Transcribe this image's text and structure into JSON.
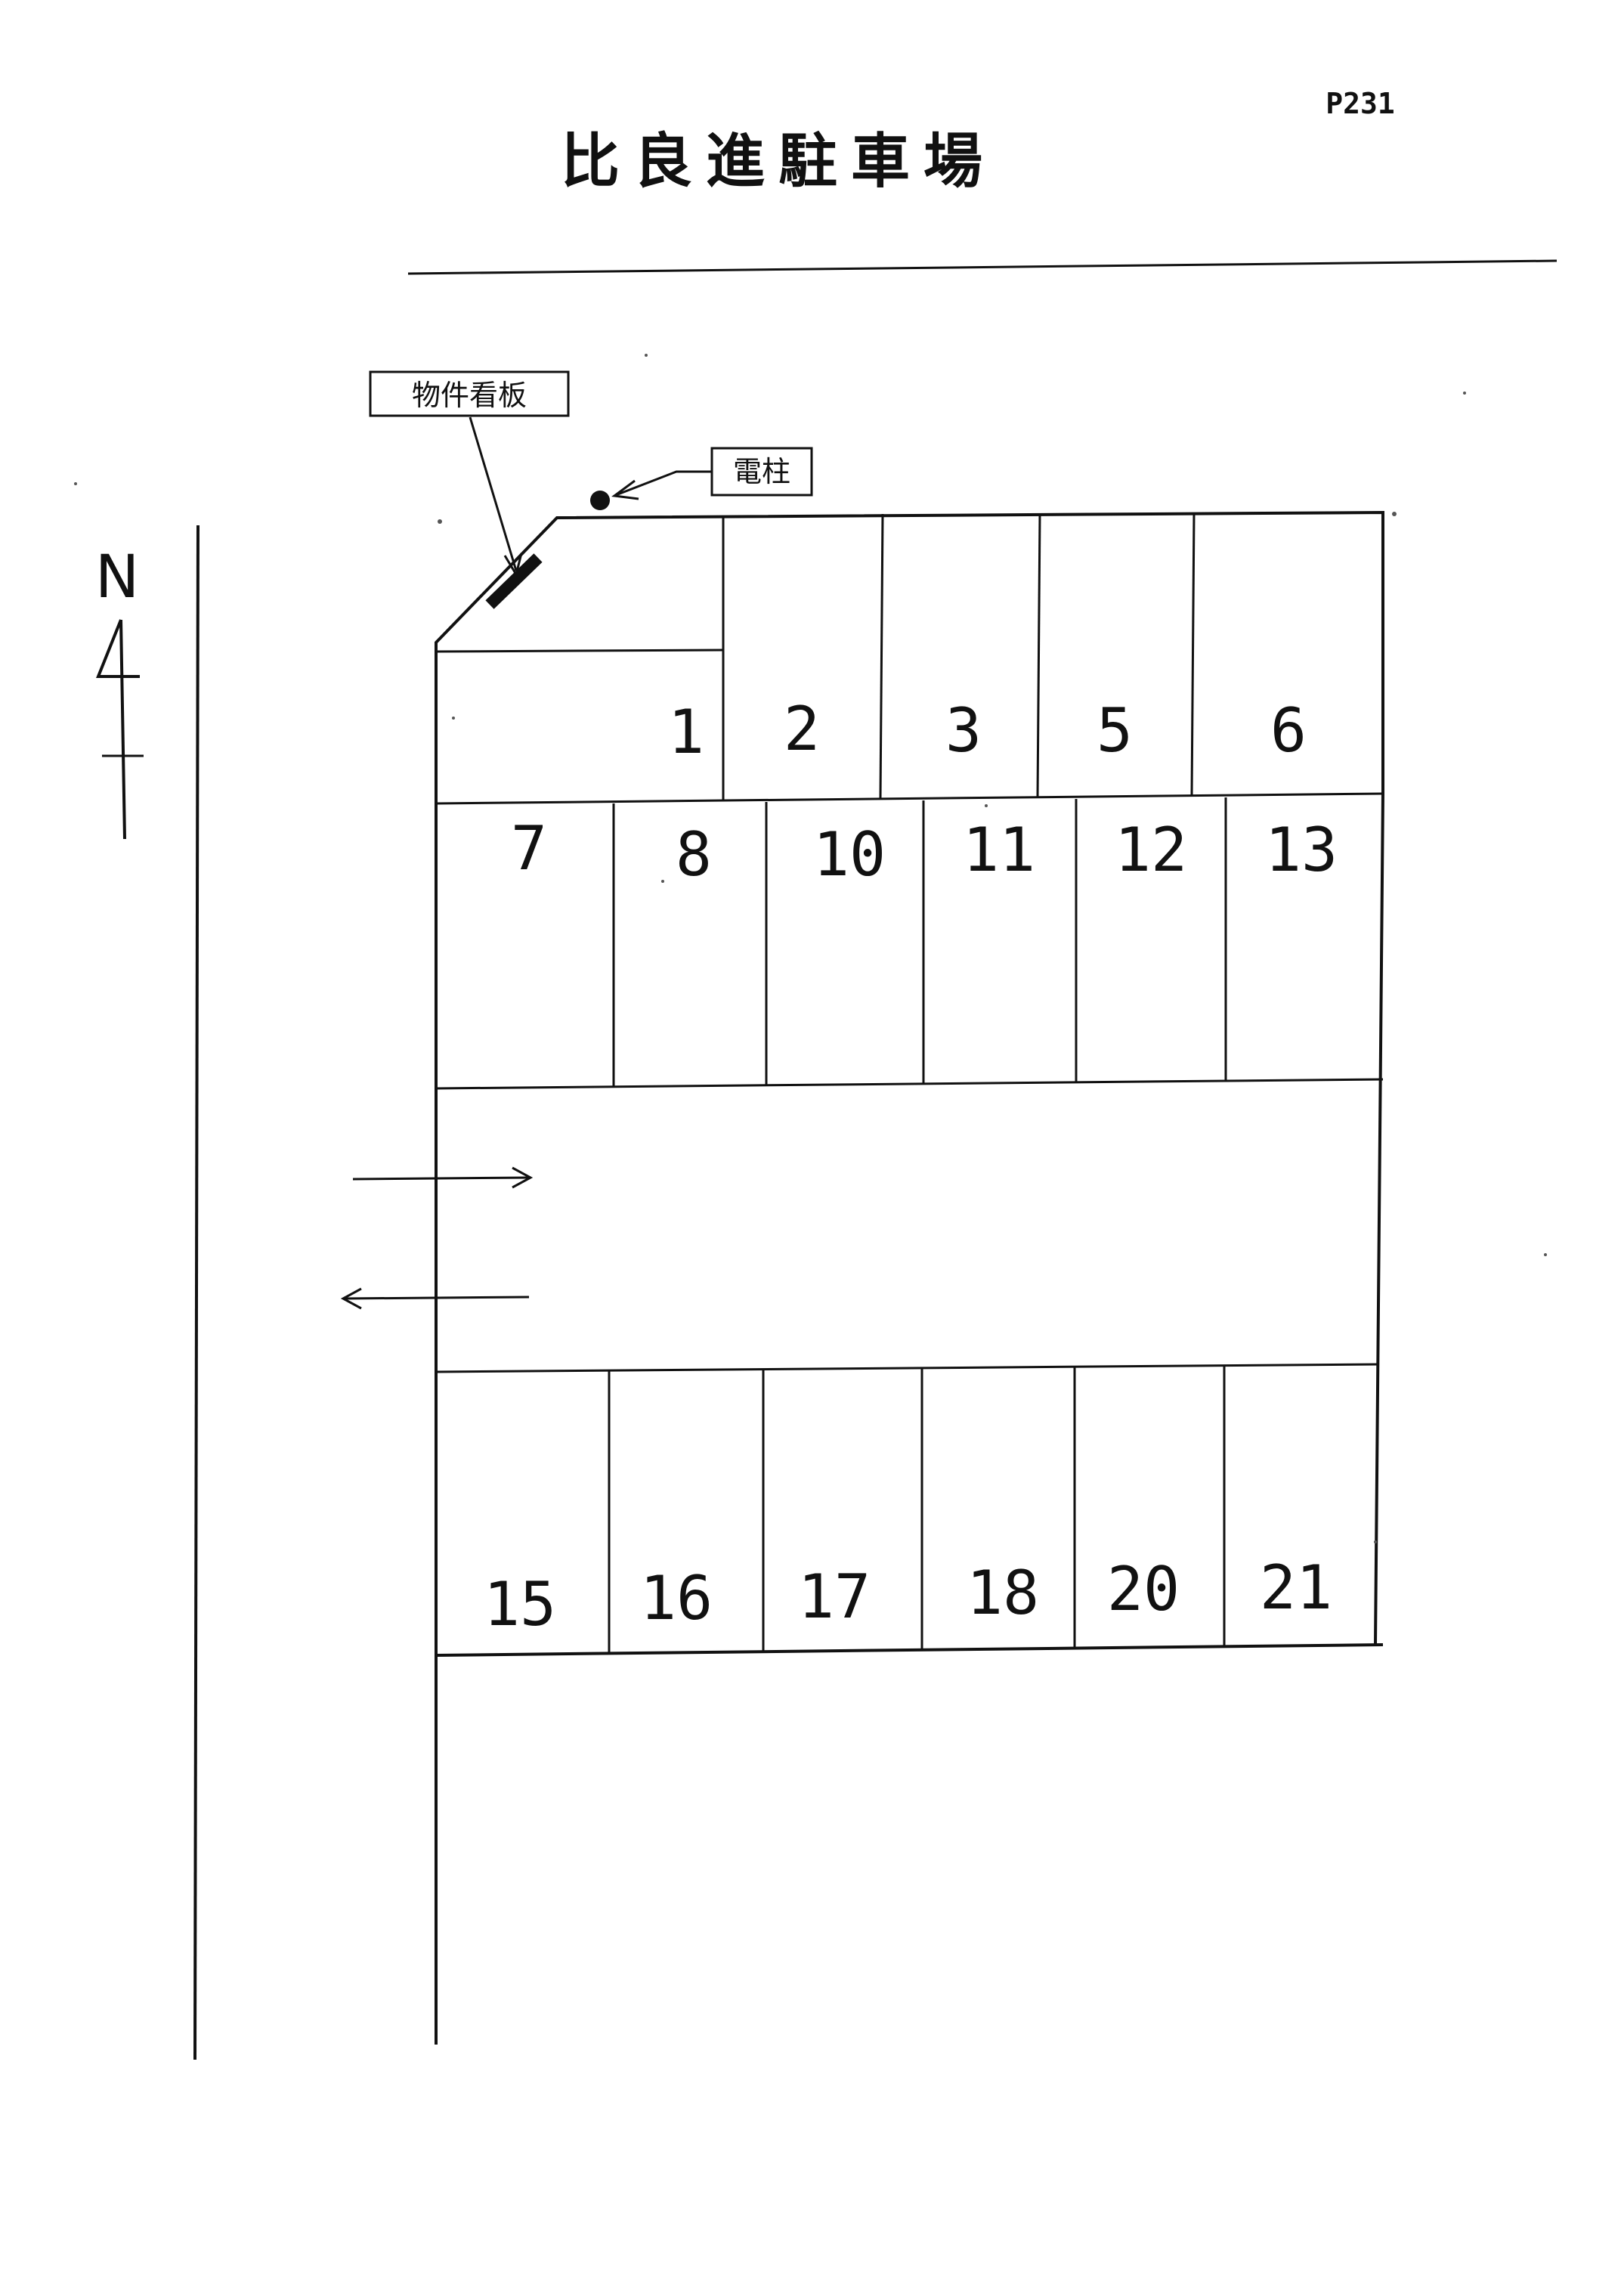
{
  "page_code": "P231",
  "title": "比良進駐車場",
  "north_label": "N",
  "labels": {
    "sign": "物件看板",
    "pole": "電柱"
  },
  "spaces": {
    "row1": [
      "1",
      "2",
      "3",
      "5",
      "6"
    ],
    "row2": [
      "7",
      "8",
      "10",
      "11",
      "12",
      "13"
    ],
    "row3": [
      "15",
      "16",
      "17",
      "18",
      "20",
      "21"
    ]
  }
}
